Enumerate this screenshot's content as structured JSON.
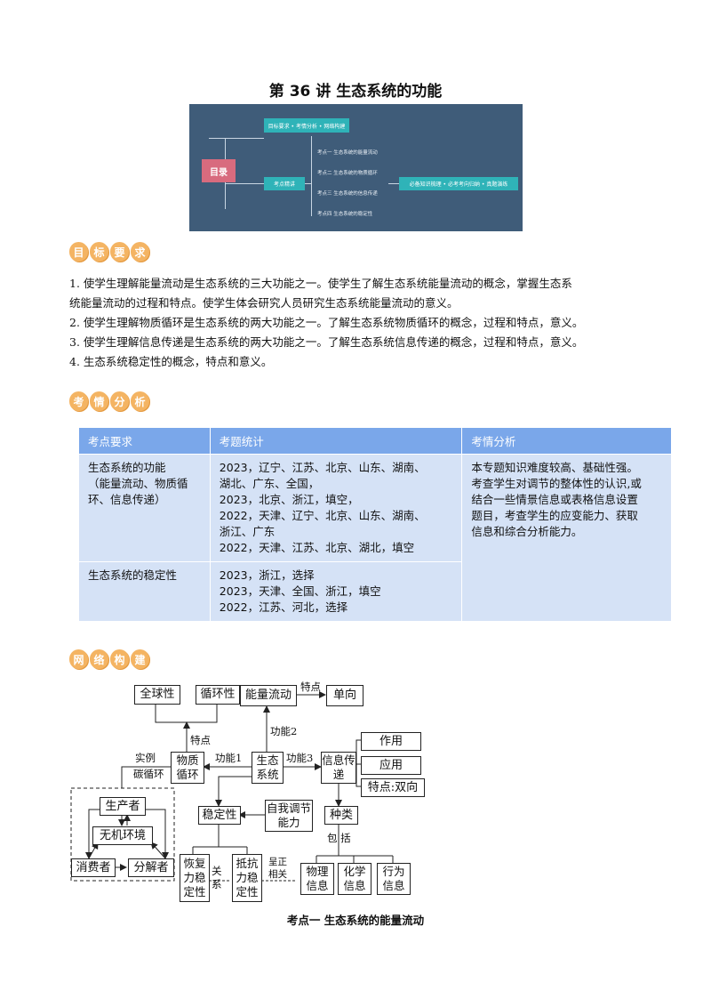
{
  "title": "第 36 讲  生态系统的功能",
  "toc": {
    "root": "目录",
    "branch1": "目标要求 • 考情分析 • 网络构建",
    "branch2": "考点精讲",
    "items": [
      "考点一 生态系统的能量流动",
      "考点二 生态系统的物质循环",
      "考点三 生态系统的信息传递",
      "考点四 生态系统的稳定性"
    ],
    "right": "必备知识梳理 • 必考考向归纳 • 真题演练"
  },
  "sections": {
    "goals": [
      "目",
      "标",
      "要",
      "求"
    ],
    "analysis": [
      "考",
      "情",
      "分",
      "析"
    ],
    "network": [
      "网",
      "络",
      "构",
      "建"
    ]
  },
  "goals": [
    "1. 使学生理解能量流动是生态系统的三大功能之一。使学生了解生态系统能量流动的概念，掌握生态系",
    "统能量流动的过程和特点。使学生体会研究人员研究生态系统能量流动的意义。",
    "2. 使学生理解物质循环是生态系统的两大功能之一。了解生态系统物质循环的概念，过程和特点，意义。",
    "3. 使学生理解信息传递是生态系统的两大功能之一。了解生态系统信息传递的概念，过程和特点，意义。",
    "4. 生态系统稳定性的概念，特点和意义。"
  ],
  "table": {
    "headers": [
      "考点要求",
      "考题统计",
      "考情分析"
    ],
    "row1": {
      "req": [
        "生态系统的功能",
        "（能量流动、物质循",
        "环、信息传递）"
      ],
      "stats": [
        "2023，辽宁、江苏、北京、山东、湖南、",
        "湖北、广东、全国，",
        "2023，北京、浙江，填空，",
        "2022，天津、辽宁、北京、山东、湖南、",
        "浙江、广东",
        "2022，天津、江苏、北京、湖北，填空"
      ]
    },
    "row2": {
      "req": [
        "生态系统的稳定性"
      ],
      "stats": [
        "2023，浙江，选择",
        "2023，天津、全国、浙江，填空",
        "2022，江苏、河北，选择"
      ]
    },
    "analysis": [
      "本专题知识难度较高、基础性强。",
      "考查学生对调节的整体性的认识,或",
      "结合一些情景信息或表格信息设置",
      "题目，考查学生的应变能力、获取",
      "信息和综合分析能力。"
    ]
  },
  "mindmap": {
    "global": "全球性",
    "cycle": "循环性",
    "energy": "能量流动",
    "oneway": "单向",
    "material": "物质循环",
    "eco": "生态系统",
    "info": "信息传递",
    "use": "作用",
    "app": "应用",
    "feature_two": "特点:双向",
    "producer": "生产者",
    "inorganic": "无机环境",
    "consumer": "消费者",
    "decomposer": "分解者",
    "stability": "稳定性",
    "selfreg": "自我调节能力",
    "kinds": "种类",
    "recovery": "恢复力稳定性",
    "resist": "抵抗力稳定性",
    "physical": "物理信息",
    "chemical": "化学信息",
    "behavior": "行为信息",
    "lbl_feature1": "特点",
    "lbl_feature2": "特点",
    "lbl_func1": "功能1",
    "lbl_func2": "功能2",
    "lbl_func3": "功能3",
    "lbl_example": "实例",
    "lbl_carbon": "碳循环",
    "lbl_include": "包  括",
    "lbl_relation": "关系",
    "lbl_negative": "呈正相关"
  },
  "subtitle": "考点一    生态系统的能量流动"
}
